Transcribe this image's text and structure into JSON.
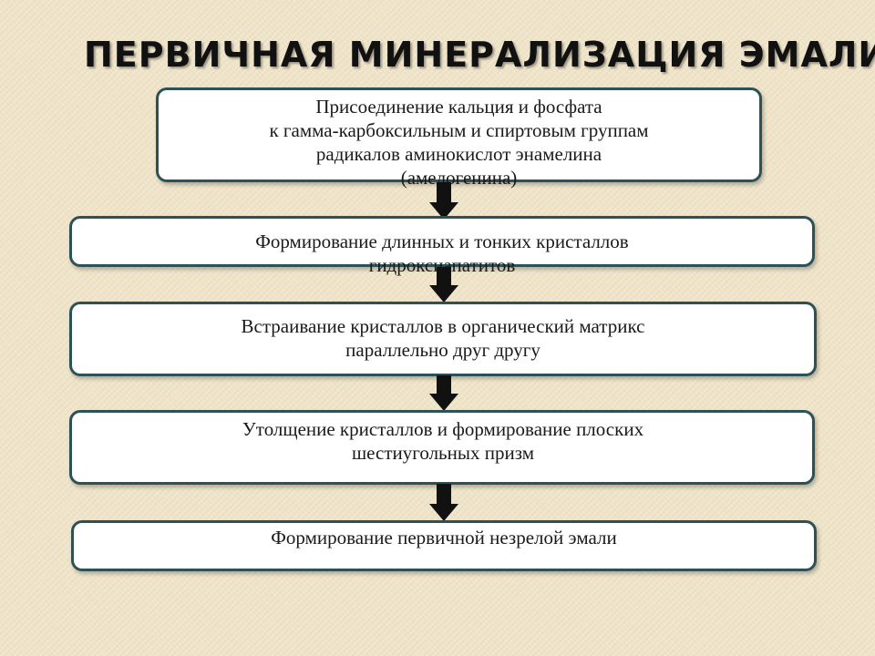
{
  "title": "ПЕРВИЧНАЯ МИНЕРАЛИЗАЦИЯ ЭМАЛИ",
  "steps": [
    {
      "text": "Присоединение кальция и фосфата\nк гамма-карбоксильным и спиртовым группам\nрадикалов аминокислот энамелина\n(амелогенина)"
    },
    {
      "text": "Формирование длинных и тонких кристаллов\nгидроксиапатитов"
    },
    {
      "text": "Встраивание кристаллов в органический матрикс\nпараллельно друг другу"
    },
    {
      "text": "Утолщение кристаллов и формирование плоских\nшестиугольных призм"
    },
    {
      "text": "Формирование первичной незрелой эмали"
    }
  ],
  "colors": {
    "background": "#efe4c9",
    "box_border": "#2c5257",
    "box_fill": "#ffffff",
    "arrow": "#111111"
  }
}
